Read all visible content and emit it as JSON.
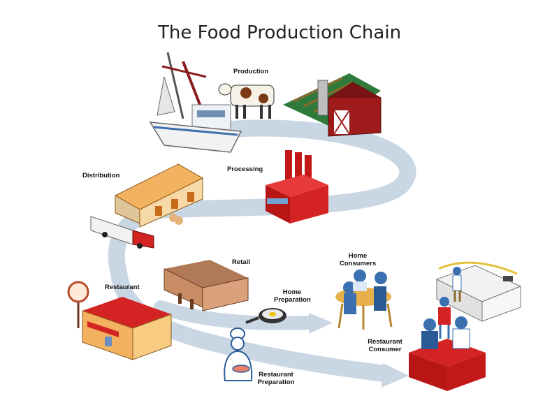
{
  "title": "The Food Production Chain",
  "stages": {
    "production": "Production",
    "processing": "Processing",
    "distribution": "Distribution",
    "retail": "Retail",
    "restaurant": "Restaurant",
    "home_preparation_1": "Home",
    "home_preparation_2": "Preparation",
    "home_consumers_1": "Home",
    "home_consumers_2": "Consumers",
    "restaurant_consumer_1": "Restaurant",
    "restaurant_consumer_2": "Consumer",
    "restaurant_preparation_1": "Restaurant",
    "restaurant_preparation_2": "Preparation"
  },
  "colors": {
    "flow": "#c9d6e3",
    "barn_red": "#9e1b1b",
    "factory_red": "#d32323",
    "building_tan": "#f3c27a",
    "figure_blue": "#3a6fb0"
  }
}
